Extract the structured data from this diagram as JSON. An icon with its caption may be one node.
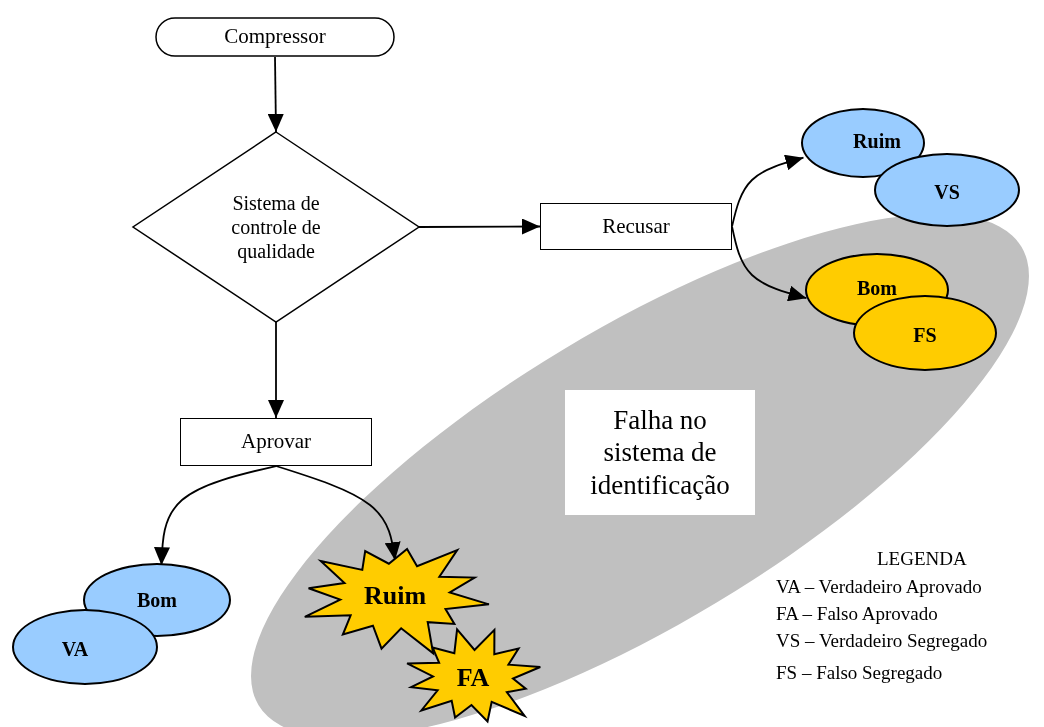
{
  "diagram": {
    "nodes": [
      {
        "text": [
          "Compressor"
        ]
      },
      {
        "text": [
          "Sistema de controle de qualidade"
        ]
      },
      {
        "text": [
          "Recusar"
        ]
      },
      {
        "text": [
          "Aprovar"
        ]
      },
      {
        "text": [
          "Ruim"
        ]
      },
      {
        "text": [
          "VS"
        ]
      },
      {
        "text": [
          "Bom"
        ]
      },
      {
        "text": [
          "FS"
        ]
      },
      {
        "text": [
          "Bom"
        ]
      },
      {
        "text": [
          "VA"
        ]
      },
      {
        "text": [
          "Ruim"
        ]
      },
      {
        "text": [
          "FA"
        ]
      },
      {
        "text": [
          "Falha no sistema de identificação"
        ]
      }
    ],
    "edges": [
      {
        "from": 0,
        "to": 1,
        "arrow": "to"
      },
      {
        "from": 1,
        "to": 2,
        "arrow": "to"
      },
      {
        "from": 1,
        "to": 3,
        "arrow": "to"
      },
      {
        "from": 2,
        "to": 4,
        "arrow": "to"
      },
      {
        "from": 2,
        "to": 6,
        "arrow": "to"
      },
      {
        "from": 3,
        "to": 8,
        "arrow": "to"
      },
      {
        "from": 3,
        "to": 10,
        "arrow": "to"
      }
    ],
    "labels": [
      "LEGENDA",
      "VA – Verdadeiro Aprovado",
      "FA – Falso Aprovado",
      "VS – Verdadeiro Segregado",
      "FS – Falso Segregado"
    ]
  }
}
